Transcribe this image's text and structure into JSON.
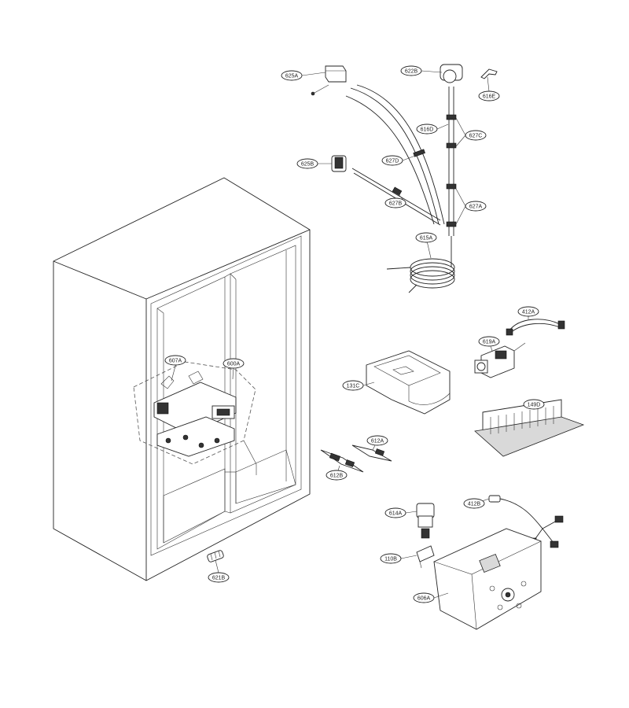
{
  "callouts": {
    "c625A": "625A",
    "c622B": "622B",
    "c616E": "616E",
    "c616D": "616D",
    "c627C": "627C",
    "c625B": "625B",
    "c627D": "627D",
    "c627B": "627B",
    "c627A": "627A",
    "c615A": "615A",
    "c412A": "412A",
    "c619A": "619A",
    "c607A": "607A",
    "c600A": "600A",
    "c131C": "131C",
    "c149D": "149D",
    "c612A": "612A",
    "c612B": "612B",
    "c614A": "614A",
    "c412B": "412B",
    "c110B": "110B",
    "c606A": "606A",
    "c621B": "621B"
  }
}
